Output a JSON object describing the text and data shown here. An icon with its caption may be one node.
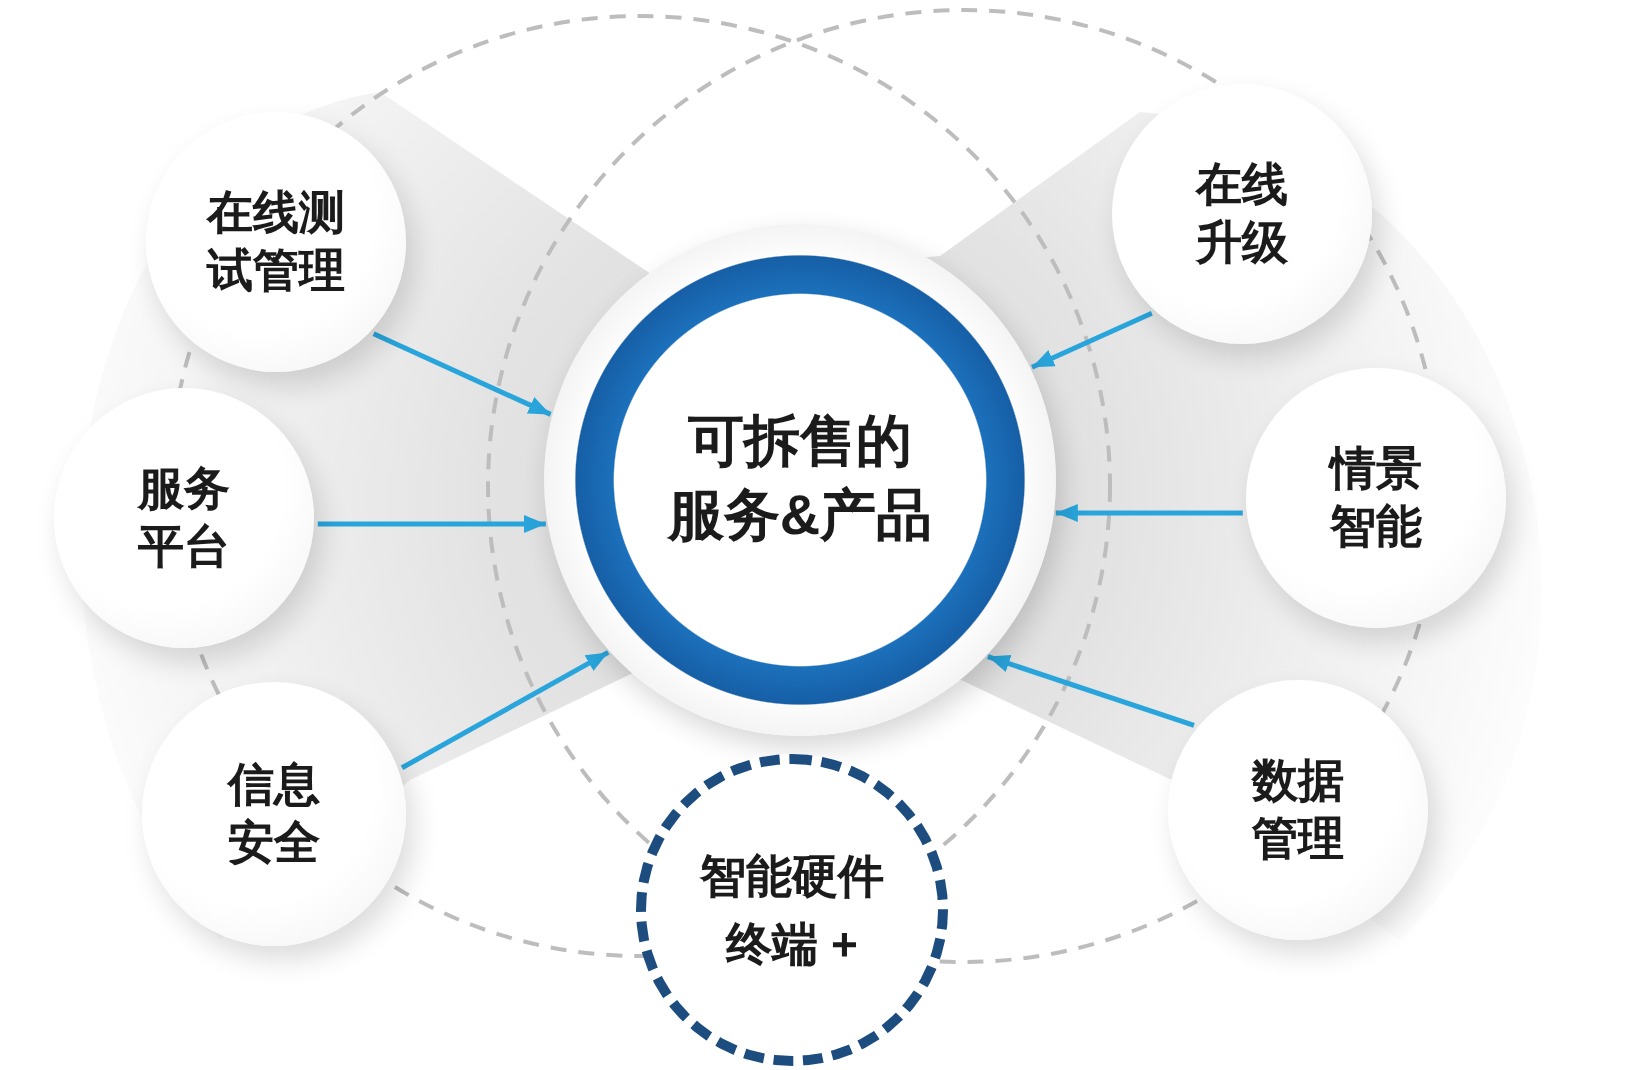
{
  "diagram": {
    "nodes": [
      {
        "text": [
          "可拆售的服务&产品"
        ]
      },
      {
        "text": [
          "在线测试管理"
        ]
      },
      {
        "text": [
          "服务平台"
        ]
      },
      {
        "text": [
          "信息安全"
        ]
      },
      {
        "text": [
          "在线升级"
        ]
      },
      {
        "text": [
          "情景智能"
        ]
      },
      {
        "text": [
          "数据管理"
        ]
      },
      {
        "text": [
          "智能硬件终端 +"
        ]
      }
    ],
    "edges": [
      {
        "from": 1,
        "to": 0,
        "arrow": "to"
      },
      {
        "from": 2,
        "to": 0,
        "arrow": "to"
      },
      {
        "from": 3,
        "to": 0,
        "arrow": "to"
      },
      {
        "from": 4,
        "to": 0,
        "arrow": "to"
      },
      {
        "from": 5,
        "to": 0,
        "arrow": "to"
      },
      {
        "from": 6,
        "to": 0,
        "arrow": "to"
      }
    ]
  }
}
